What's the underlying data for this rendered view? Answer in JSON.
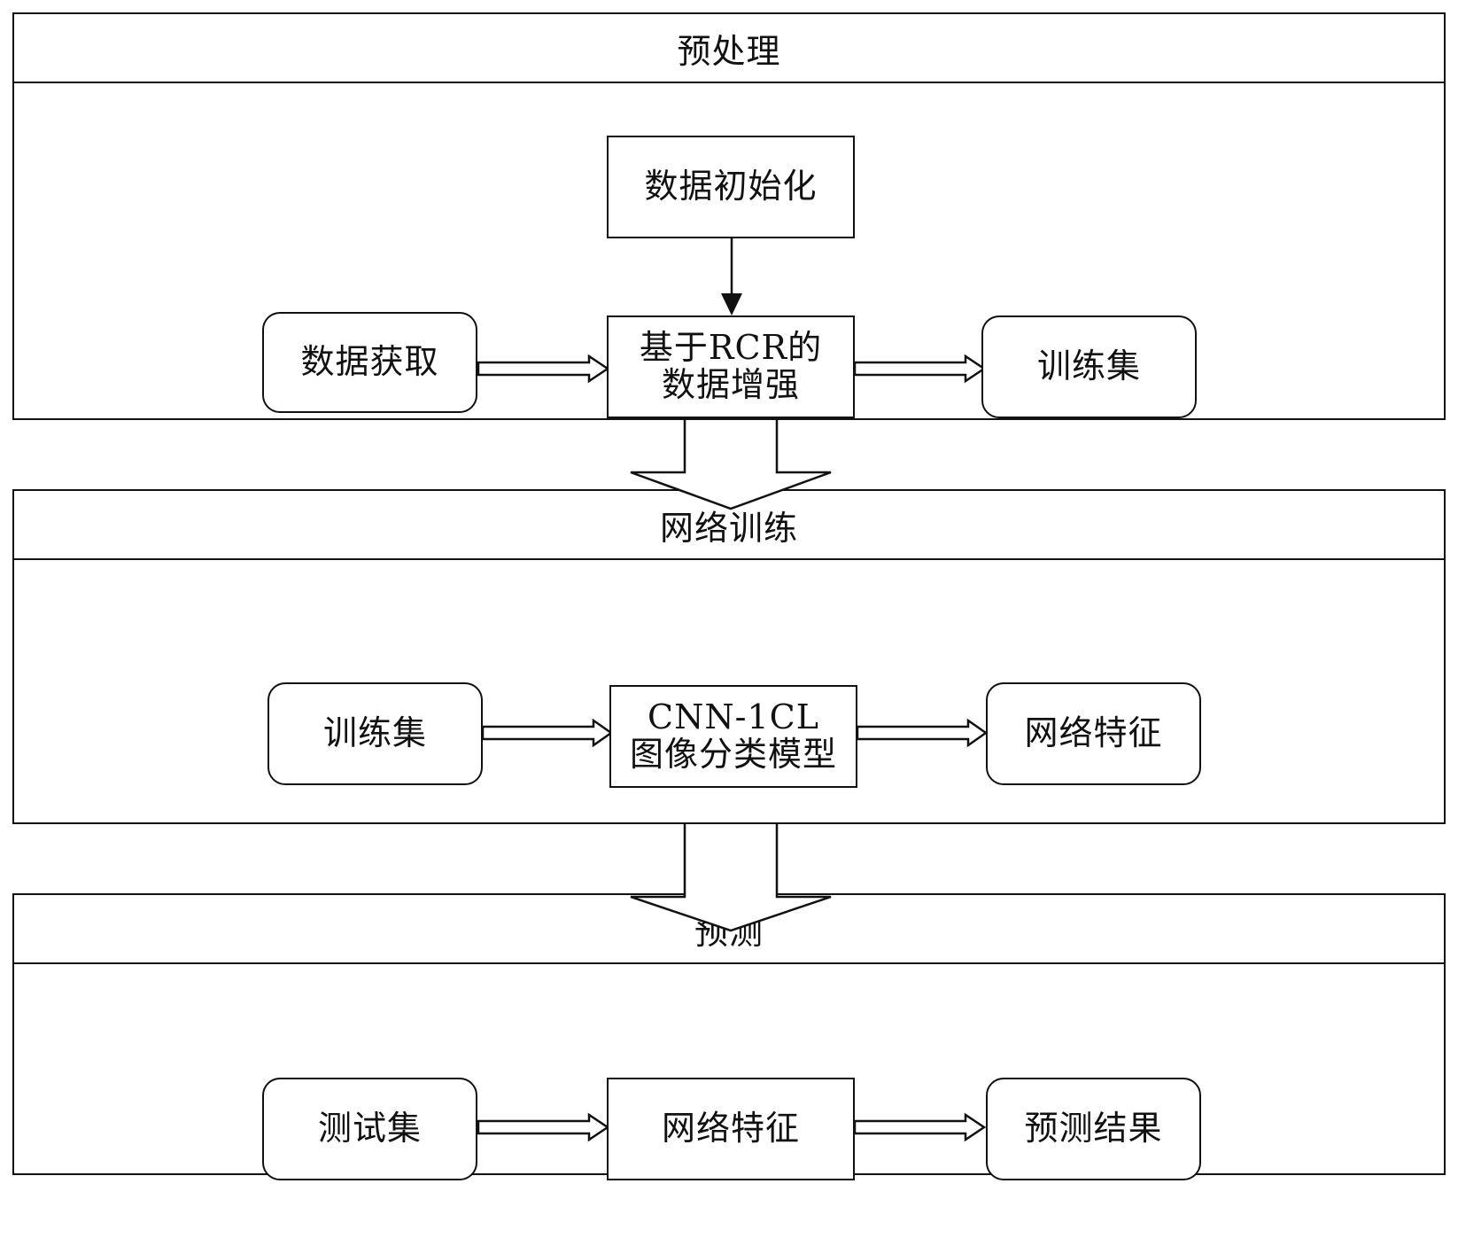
{
  "sections": [
    {
      "title": "预处理",
      "nodes": {
        "init": "数据初始化",
        "acquire": "数据获取",
        "augment_line1": "基于RCR的",
        "augment_line2": "数据增强",
        "train_set": "训练集"
      }
    },
    {
      "title": "网络训练",
      "nodes": {
        "train_set": "训练集",
        "model_line1": "CNN-1CL",
        "model_line2": "图像分类模型",
        "features": "网络特征"
      }
    },
    {
      "title": "预测",
      "nodes": {
        "test_set": "测试集",
        "features": "网络特征",
        "result": "预测结果"
      }
    }
  ]
}
